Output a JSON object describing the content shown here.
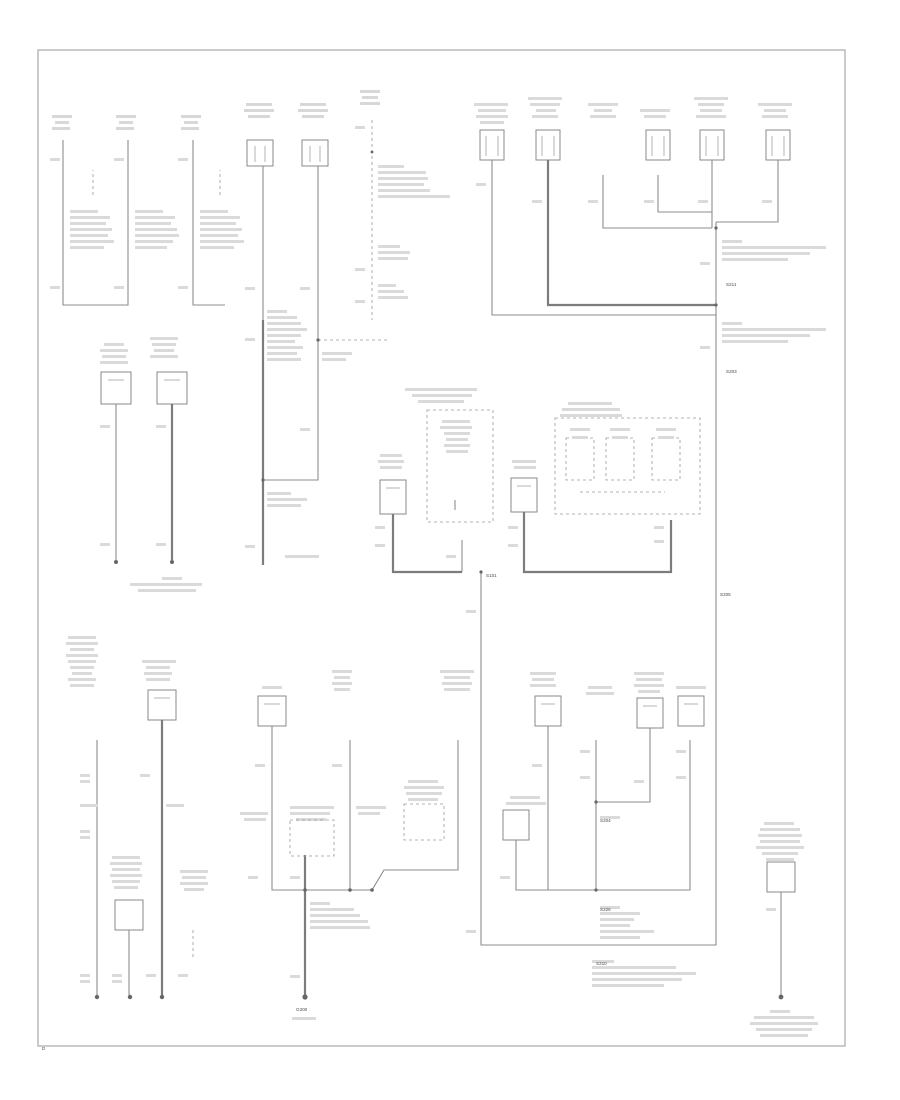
{
  "diagram": {
    "splice_labels": {
      "s211": "S211",
      "s203": "S203",
      "s101": "S101",
      "s204": "S204",
      "s226": "S226",
      "s210": "S210",
      "s205": "S205"
    },
    "ground_labels": {
      "g200": "G200"
    },
    "page_code": "D"
  }
}
